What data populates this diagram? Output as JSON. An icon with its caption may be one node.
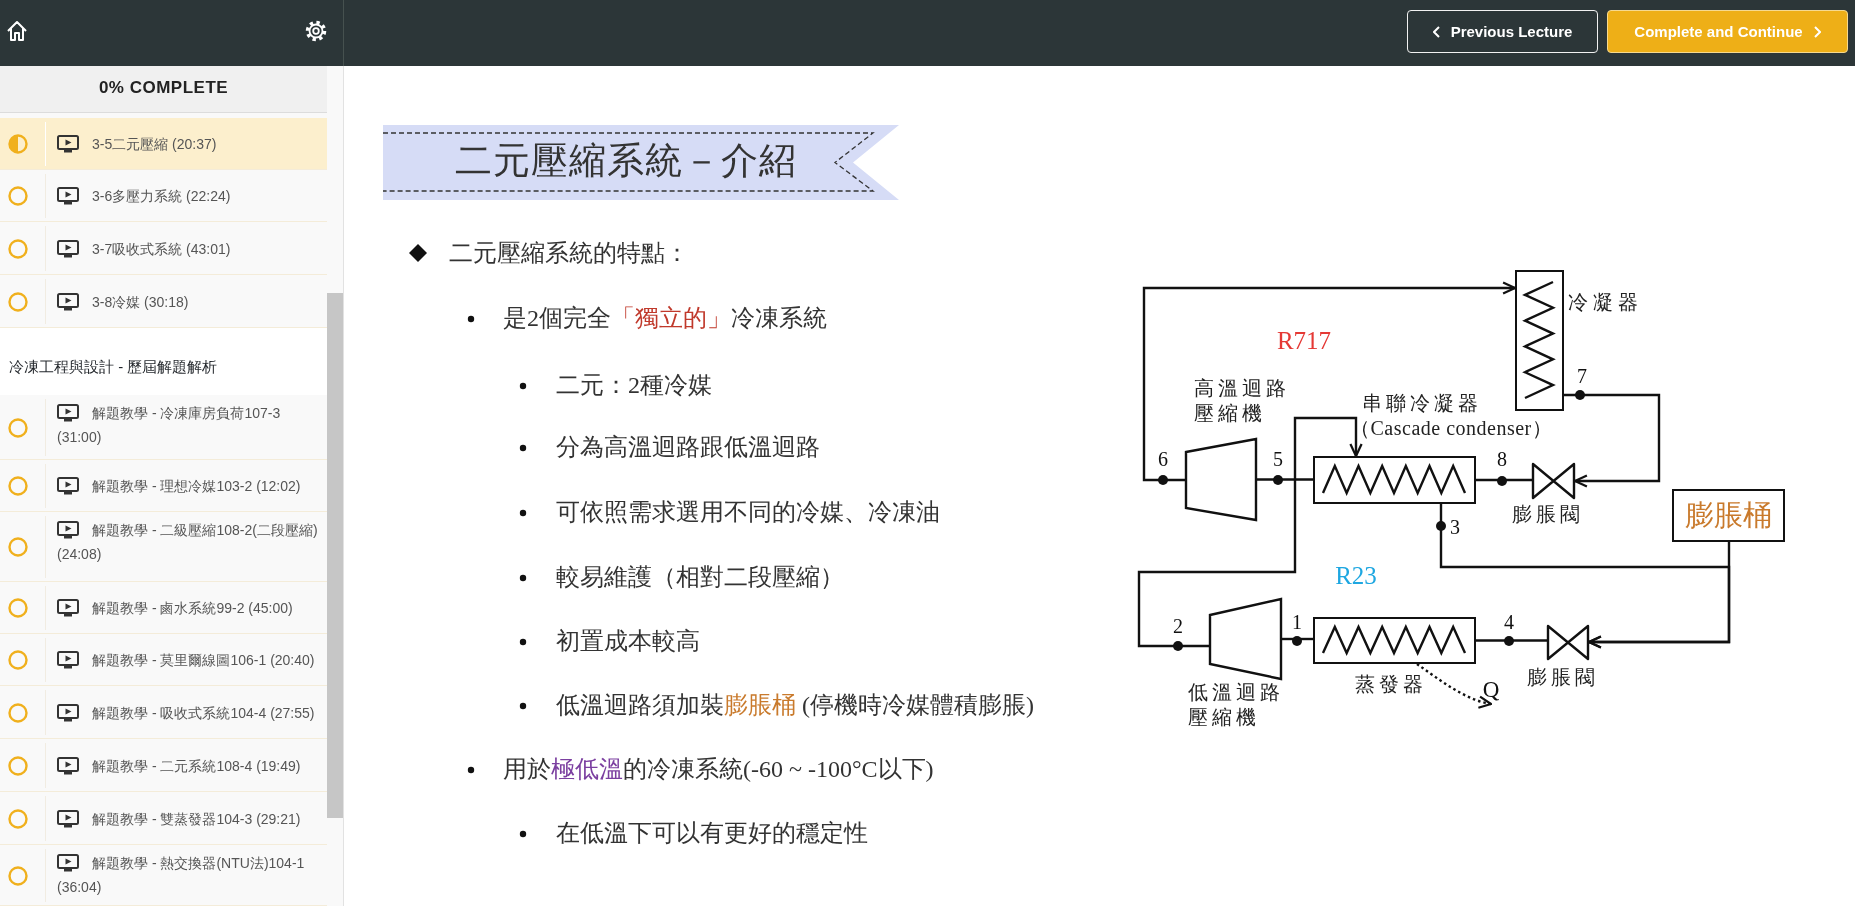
{
  "diagram": {
    "nodes": [
      {
        "text": [
          "Previous Lecture"
        ]
      },
      {
        "text": [
          "Complete and Continue"
        ]
      },
      {
        "text": [
          "二元壓縮系統－介紹"
        ]
      },
      {
        "text": [],
        "shape": "box",
        "beside": [
          "冷凝器"
        ]
      },
      {
        "text": [],
        "shape": "trapezoid",
        "beside": [
          "高溫迴路壓縮機"
        ]
      },
      {
        "text": [],
        "shape": "box",
        "beside": [
          "串聯冷凝器",
          "（Cascade condenser）"
        ]
      },
      {
        "text": [],
        "shape": "bowtie",
        "beside": [
          "膨脹閥"
        ]
      },
      {
        "text": [
          "膨脹桶"
        ]
      },
      {
        "text": [],
        "shape": "trapezoid",
        "beside": [
          "低溫迴路壓縮機"
        ]
      },
      {
        "text": [],
        "shape": "box",
        "beside": [
          "蒸發器"
        ]
      },
      {
        "text": [],
        "shape": "bowtie",
        "beside": [
          "膨脹閥"
        ]
      },
      {
        "text": [
          "Q"
        ]
      }
    ],
    "edges": [
      {
        "from": 4,
        "to": 3,
        "arrow": "to"
      },
      {
        "from": 3,
        "to": 6,
        "arrow": "to"
      },
      {
        "from": 6,
        "to": 5,
        "arrow": "none"
      },
      {
        "from": 5,
        "to": 4,
        "arrow": "none"
      },
      {
        "from": 8,
        "to": 5,
        "arrow": "to"
      },
      {
        "from": 5,
        "to": 10,
        "arrow": "to"
      },
      {
        "from": 7,
        "to": 10,
        "arrow": "to"
      },
      {
        "from": 10,
        "to": 9,
        "arrow": "none"
      },
      {
        "from": 9,
        "to": 8,
        "arrow": "none"
      },
      {
        "from": 9,
        "to": 11,
        "arrow": "to",
        "style": "dashed"
      }
    ],
    "labels": [
      "0% COMPLETE",
      "3-5二元壓縮 (20:37)",
      "3-6多壓力系統 (22:24)",
      "3-7吸收式系統 (43:01)",
      "3-8冷媒 (30:18)",
      "冷凍工程與設計 - 歷屆解題解析",
      "解題教學 - 冷凍庫房負荷107-3 (31:00)",
      "解題教學 - 理想冷媒103-2 (12:02)",
      "解題教學 - 二級壓縮108-2(二段壓縮) (24:08)",
      "解題教學 - 鹵水系統99-2 (45:00)",
      "解題教學 - 莫里爾線圖106-1 (20:40)",
      "解題教學 - 吸收式系統104-4 (27:55)",
      "解題教學 - 二元系統108-4 (19:49)",
      "解題教學 - 雙蒸發器104-3 (29:21)",
      "解題教學 - 熱交換器(NTU法)104-1 (36:04)",
      "二元壓縮系統的特點：",
      "是2個完全",
      "「獨立的」",
      "冷凍系統",
      "二元：2種冷媒",
      "分為高溫迴路跟低溫迴路",
      "可依照需求選用不同的冷媒、冷凍油",
      "較易維護（相對二段壓縮）",
      "初置成本較高",
      "低溫迴路須加裝",
      "膨脹桶",
      "(停機時冷媒體積膨脹)",
      "用於",
      "極低溫",
      "的冷凍系統(-60 ~ -100°C以下)",
      "在低溫下可以有更好的穩定性",
      "R717",
      "7",
      "6",
      "5",
      "8",
      "3",
      "R23",
      "2",
      "1",
      "4"
    ]
  }
}
